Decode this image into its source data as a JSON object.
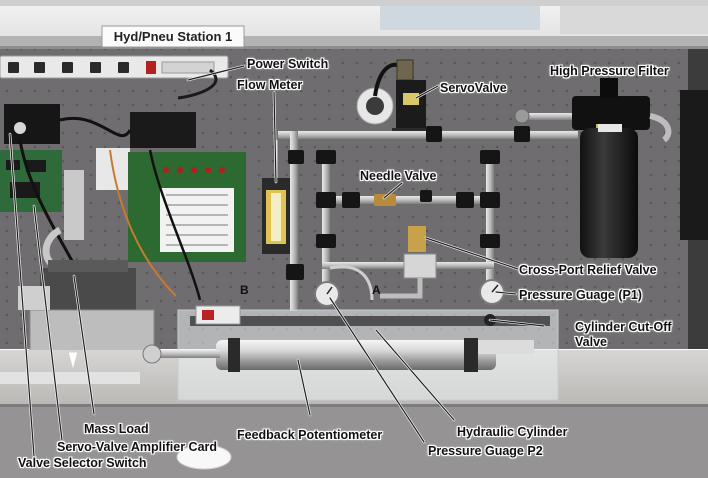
{
  "station_sign": "Hyd/Pneu Station 1",
  "labels": {
    "power_switch": "Power Switch",
    "flow_meter": "Flow Meter",
    "servovalve": "ServoValve",
    "high_pressure_filter": "High Pressure Filter",
    "needle_valve": "Needle Valve",
    "cross_port_relief_valve": "Cross-Port Relief Valve",
    "pressure_gauge_p1": "Pressure Guage (P1)",
    "cylinder_cutoff_valve_line1": "Cylinder Cut-Off",
    "cylinder_cutoff_valve_line2": "Valve",
    "hydraulic_cylinder": "Hydraulic Cylinder",
    "feedback_potentiometer": "Feedback Potentiometer",
    "pressure_gauge_p2": "Pressure Guage P2",
    "mass_load": "Mass Load",
    "servo_valve_amplifier_card": "Servo-Valve Amplifier Card",
    "valve_selector_switch": "Valve Selector Switch"
  },
  "port_marks": {
    "a": "A",
    "b": "B"
  }
}
